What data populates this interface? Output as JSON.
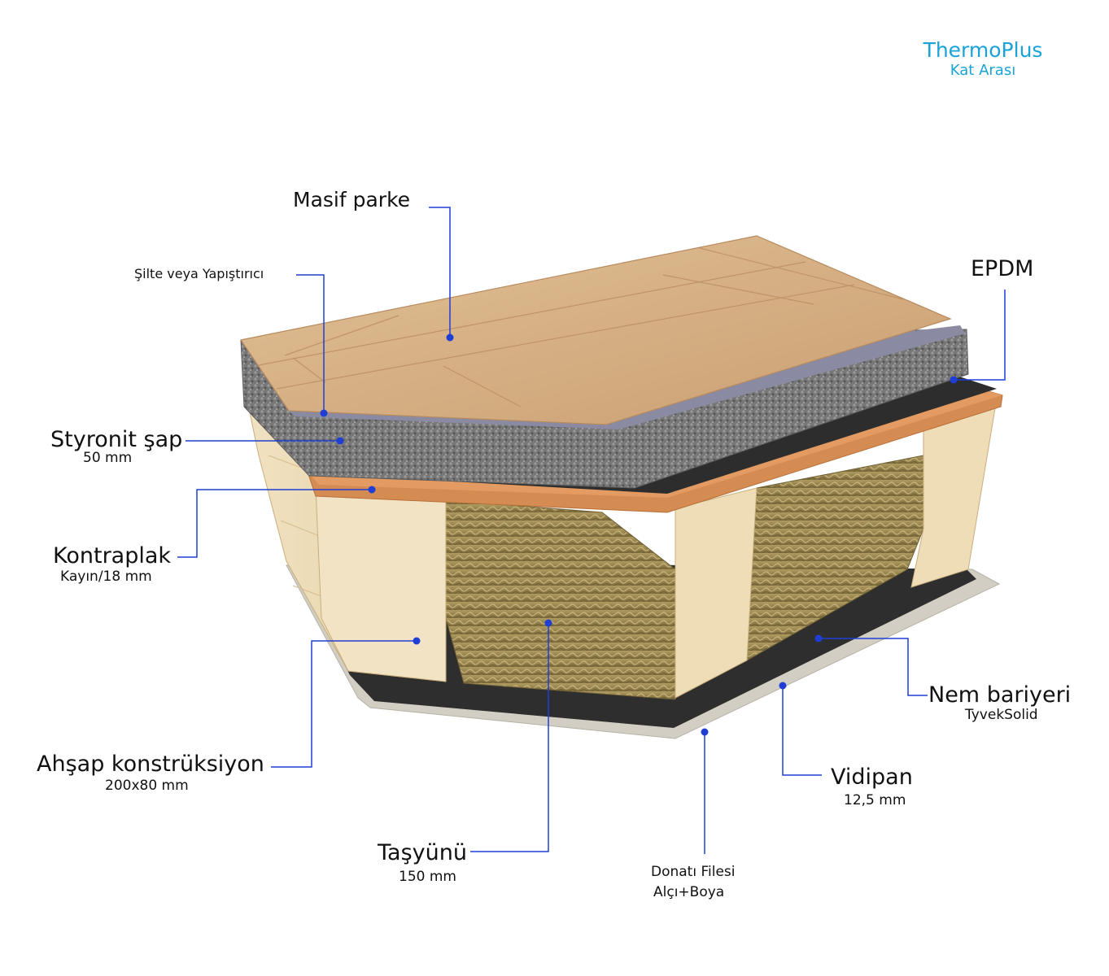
{
  "brand": {
    "title": "ThermoPlus",
    "subtitle": "Kat Arası"
  },
  "labels": {
    "masif_parke": "Masif parke",
    "silte": "Şilte veya Yapıştırıcı",
    "epdm": "EPDM",
    "styronit": "Styronit şap",
    "styronit_sub": "50 mm",
    "kontraplak": "Kontraplak",
    "kontraplak_sub": "Kayın/18 mm",
    "ahsap": "Ahşap konstrüksiyon",
    "ahsap_sub": "200x80 mm",
    "tasyunu": "Taşyünü",
    "tasyunu_sub": "150 mm",
    "nem": "Nem bariyeri",
    "nem_sub": "TyvekSolid",
    "vidipan": "Vidipan",
    "vidipan_sub": "12,5 mm",
    "donati": "Donatı Filesi",
    "donati_sub": "Alçı+Boya"
  },
  "colors": {
    "leader": "#1f3ed6",
    "brand": "#1aa3d9",
    "parquet": "#d8b48a",
    "screed": "#6f6f6f",
    "plywood": "#d9935a",
    "timber": "#ecd8b0",
    "rockwool": "#9c8a52",
    "membrane": "#2b2b2b",
    "gypsum": "#cfcbc0"
  }
}
